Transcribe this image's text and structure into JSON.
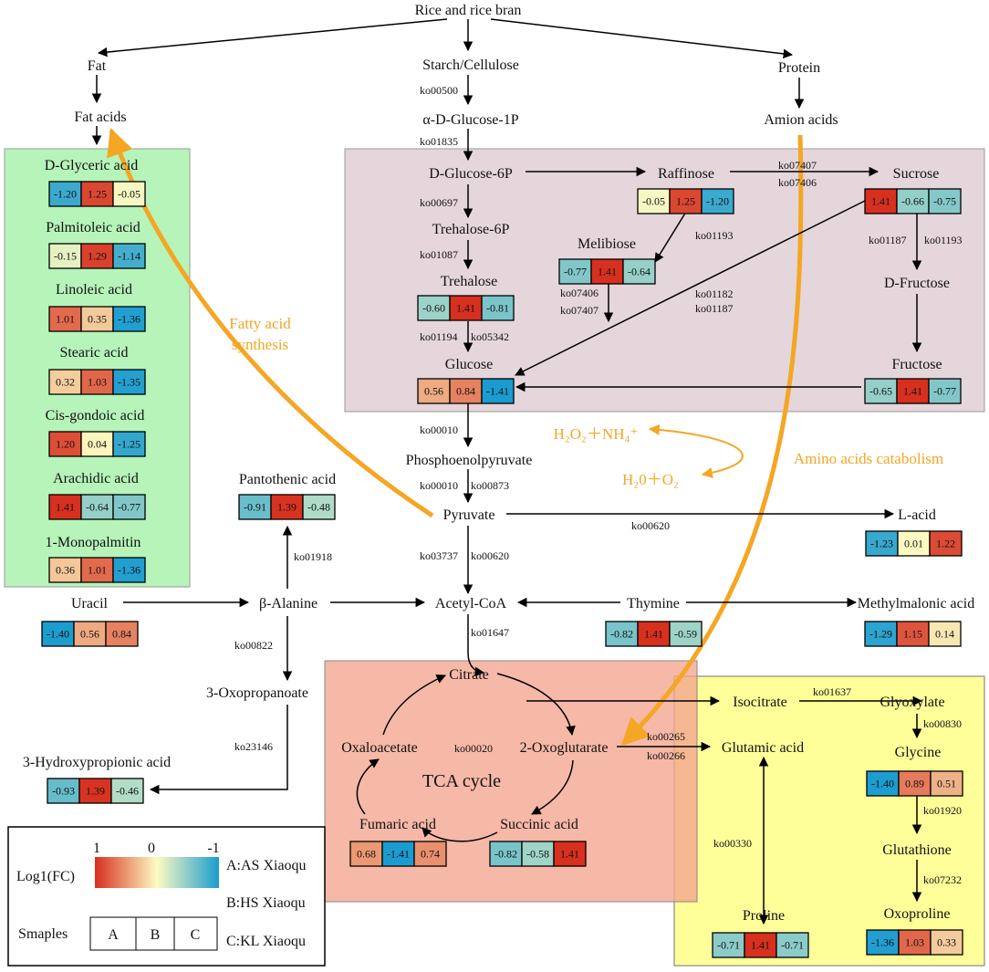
{
  "top_title": "Rice and rice bran",
  "colors": {
    "high": "#d7301f",
    "mid": "#fdfbc2",
    "low": "#1a9cd0",
    "orange": "#f5a623",
    "green_box": "#b6f4b9",
    "purple_box": "#e5d6dc",
    "tca_box": "#f5b3a0",
    "yellow_box": "#ffff9a"
  },
  "nodes": [
    {
      "id": "fat",
      "label": "Fat"
    },
    {
      "id": "fat-acids",
      "label": "Fat acids"
    },
    {
      "id": "starch",
      "label": "Starch/Cellulose"
    },
    {
      "id": "glucose1p",
      "label": "α-D-Glucose-1P"
    },
    {
      "id": "protein",
      "label": "Protein"
    },
    {
      "id": "amion",
      "label": "Amion acids"
    },
    {
      "id": "glucose6p",
      "label": "D-Glucose-6P"
    },
    {
      "id": "raffinose",
      "label": "Raffinose"
    },
    {
      "id": "sucrose",
      "label": "Sucrose"
    },
    {
      "id": "trehalose6p",
      "label": "Trehalose-6P"
    },
    {
      "id": "melibiose",
      "label": "Melibiose"
    },
    {
      "id": "trehalose",
      "label": "Trehalose"
    },
    {
      "id": "d-fructose",
      "label": "D-Fructose"
    },
    {
      "id": "fructose",
      "label": "Fructose"
    },
    {
      "id": "glucose",
      "label": "Glucose"
    },
    {
      "id": "pep",
      "label": "Phosphoenolpyruvate"
    },
    {
      "id": "pantothenic",
      "label": "Pantothenic acid"
    },
    {
      "id": "pyruvate",
      "label": "Pyruvate"
    },
    {
      "id": "l-acid",
      "label": "L-acid"
    },
    {
      "id": "uracil",
      "label": "Uracil"
    },
    {
      "id": "b-alanine",
      "label": "β-Alanine"
    },
    {
      "id": "acetyl-coa",
      "label": "Acetyl-CoA"
    },
    {
      "id": "thymine",
      "label": "Thymine"
    },
    {
      "id": "methylmalonic",
      "label": "Methylmalonic acid"
    },
    {
      "id": "oxopropanoate",
      "label": "3-Oxopropanoate"
    },
    {
      "id": "hydroxypropionic",
      "label": "3-Hydroxypropionic acid"
    },
    {
      "id": "citrate",
      "label": "Citrate"
    },
    {
      "id": "oxaloacetate",
      "label": "Oxaloacetate"
    },
    {
      "id": "oxoglutarate",
      "label": "2-Oxoglutarate"
    },
    {
      "id": "fumaric",
      "label": "Fumaric acid"
    },
    {
      "id": "succinic",
      "label": "Succinic acid"
    },
    {
      "id": "isocitrate",
      "label": "Isocitrate"
    },
    {
      "id": "glyoxylate",
      "label": "Glyoxylate"
    },
    {
      "id": "glutamic",
      "label": "Glutamic acid"
    },
    {
      "id": "glycine",
      "label": "Glycine"
    },
    {
      "id": "glutathione",
      "label": "Glutathione"
    },
    {
      "id": "proline",
      "label": "Proline"
    },
    {
      "id": "oxoproline",
      "label": "Oxoproline"
    },
    {
      "id": "d-glyceric",
      "label": "D-Glyceric acid"
    },
    {
      "id": "palmitoleic",
      "label": "Palmitoleic acid"
    },
    {
      "id": "linoleic",
      "label": "Linoleic acid"
    },
    {
      "id": "stearic",
      "label": "Stearic acid"
    },
    {
      "id": "cis-gondoic",
      "label": "Cis-gondoic acid"
    },
    {
      "id": "arachidic",
      "label": "Arachidic acid"
    },
    {
      "id": "monopalmitin",
      "label": "1-Monopalmitin"
    }
  ],
  "heatmaps": [
    {
      "id": "d-glyceric",
      "values": [
        -1.2,
        1.25,
        -0.05
      ],
      "text": [
        "-1.20",
        "1.25",
        "-0.05"
      ]
    },
    {
      "id": "palmitoleic",
      "values": [
        -0.15,
        1.29,
        -1.14
      ],
      "text": [
        "-0.15",
        "1.29",
        "-1.14"
      ]
    },
    {
      "id": "linoleic",
      "values": [
        1.01,
        0.35,
        -1.36
      ],
      "text": [
        "1.01",
        "0.35",
        "-1.36"
      ]
    },
    {
      "id": "stearic",
      "values": [
        0.32,
        1.03,
        -1.35
      ],
      "text": [
        "0.32",
        "1.03",
        "-1.35"
      ]
    },
    {
      "id": "cis-gondoic",
      "values": [
        1.2,
        0.04,
        -1.25
      ],
      "text": [
        "1.20",
        "0.04",
        "-1.25"
      ]
    },
    {
      "id": "arachidic",
      "values": [
        1.41,
        -0.64,
        -0.77
      ],
      "text": [
        "1.41",
        "-0.64",
        "-0.77"
      ]
    },
    {
      "id": "monopalmitin",
      "values": [
        0.36,
        1.01,
        -1.36
      ],
      "text": [
        "0.36",
        "1.01",
        "-1.36"
      ]
    },
    {
      "id": "raffinose",
      "values": [
        -0.05,
        1.25,
        -1.2
      ],
      "text": [
        "-0.05",
        "1.25",
        "-1.20"
      ]
    },
    {
      "id": "sucrose",
      "values": [
        1.41,
        -0.66,
        -0.75
      ],
      "text": [
        "1.41",
        "-0.66",
        "-0.75"
      ]
    },
    {
      "id": "melibiose",
      "values": [
        -0.77,
        1.41,
        -0.64
      ],
      "text": [
        "-0.77",
        "1.41",
        "-0.64"
      ]
    },
    {
      "id": "trehalose",
      "values": [
        -0.6,
        1.41,
        -0.81
      ],
      "text": [
        "-0.60",
        "1.41",
        "-0.81"
      ]
    },
    {
      "id": "glucose",
      "values": [
        0.56,
        0.84,
        -1.41
      ],
      "text": [
        "0.56",
        "0.84",
        "-1.41"
      ]
    },
    {
      "id": "fructose",
      "values": [
        -0.65,
        1.41,
        -0.77
      ],
      "text": [
        "-0.65",
        "1.41",
        "-0.77"
      ]
    },
    {
      "id": "pantothenic",
      "values": [
        -0.91,
        1.39,
        -0.48
      ],
      "text": [
        "-0.91",
        "1.39",
        "-0.48"
      ]
    },
    {
      "id": "l-acid",
      "values": [
        -1.23,
        0.01,
        1.22
      ],
      "text": [
        "-1.23",
        "0.01",
        "1.22"
      ]
    },
    {
      "id": "uracil",
      "values": [
        -1.4,
        0.56,
        0.84
      ],
      "text": [
        "-1.40",
        "0.56",
        "0.84"
      ]
    },
    {
      "id": "thymine",
      "values": [
        -0.82,
        1.41,
        -0.59
      ],
      "text": [
        "-0.82",
        "1.41",
        "-0.59"
      ]
    },
    {
      "id": "methylmalonic",
      "values": [
        -1.29,
        1.15,
        0.14
      ],
      "text": [
        "-1.29",
        "1.15",
        "0.14"
      ]
    },
    {
      "id": "hydroxypropionic",
      "values": [
        -0.93,
        1.39,
        -0.46
      ],
      "text": [
        "-0.93",
        "1.39",
        "-0.46"
      ]
    },
    {
      "id": "fumaric",
      "values": [
        0.68,
        -1.41,
        0.74
      ],
      "text": [
        "0.68",
        "-1.41",
        "0.74"
      ]
    },
    {
      "id": "succinic",
      "values": [
        -0.82,
        -0.58,
        1.41
      ],
      "text": [
        "-0.82",
        "-0.58",
        "1.41"
      ]
    },
    {
      "id": "glycine",
      "values": [
        -1.4,
        0.89,
        0.51
      ],
      "text": [
        "-1.40",
        "0.89",
        "0.51"
      ]
    },
    {
      "id": "proline",
      "values": [
        -0.71,
        1.41,
        -0.71
      ],
      "text": [
        "-0.71",
        "1.41",
        "-0.71"
      ]
    },
    {
      "id": "oxoproline",
      "values": [
        -1.36,
        1.03,
        0.33
      ],
      "text": [
        "-1.36",
        "1.03",
        "0.33"
      ]
    }
  ],
  "ko_labels": [
    "ko00500",
    "ko01835",
    "ko00697",
    "ko01087",
    "ko01194",
    "ko05342",
    "ko07407",
    "ko07406",
    "ko01193",
    "ko07406",
    "ko07407",
    "ko01182",
    "ko01187",
    "ko01187",
    "ko01193",
    "ko00010",
    "ko00010",
    "ko00873",
    "ko03737",
    "ko00620",
    "ko00620",
    "ko01918",
    "ko00822",
    "ko23146",
    "ko01647",
    "ko00020",
    "ko00265",
    "ko00266",
    "ko01637",
    "ko00830",
    "ko01920",
    "ko07232",
    "ko00330"
  ],
  "annotations": {
    "fatty_acid_line1": "Fatty acid",
    "fatty_acid_line2": "synthesis",
    "amino_catabolism": "Amino acids catabolism",
    "h2o2": "H₂O₂＋NH₄⁺",
    "h2o": "H₂0＋O₂",
    "tca": "TCA cycle"
  },
  "legend": {
    "title": "Log1(FC)",
    "scale_high": "1",
    "scale_mid": "0",
    "scale_low": "-1",
    "samples_label": "Smaples",
    "samples": [
      "A",
      "B",
      "C"
    ],
    "sample_names": [
      "A:AS Xiaoqu",
      "B:HS Xiaoqu",
      "C:KL Xiaoqu"
    ]
  }
}
